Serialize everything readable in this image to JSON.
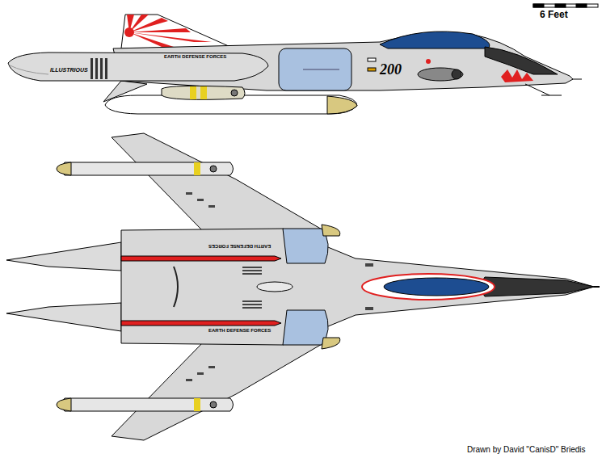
{
  "diagram": {
    "labels": [
      "6 Feet",
      "ILLUSTRIOUS",
      "EARTH DEFENSE FORCES",
      "200",
      "EARTH DEFENSE FORCES",
      "EARTH DEFENSE FORCES",
      "Drawn by David \"CanisD\" Briedis"
    ]
  }
}
